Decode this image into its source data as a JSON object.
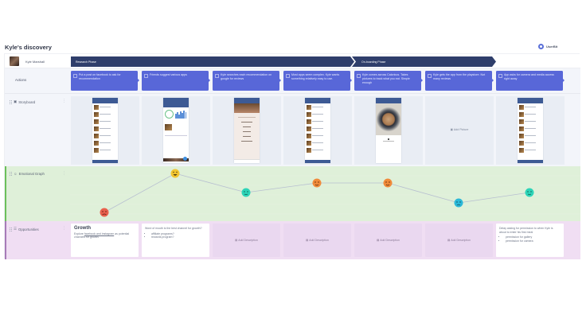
{
  "page": {
    "title": "Kyle's discovery",
    "brand": "UserBit"
  },
  "persona": {
    "name": "Kyle Marshall"
  },
  "phases": [
    {
      "label": "Research Phase"
    },
    {
      "label": "On-boarding Phase"
    }
  ],
  "rows": {
    "actions": {
      "label": "Actions"
    },
    "storyboard": {
      "label": "Storyboard",
      "icon": "image-icon"
    },
    "emotional": {
      "label": "Emotional Graph",
      "icon": "smiley-icon"
    },
    "opportunities": {
      "label": "Opportunities",
      "icon": "list-icon"
    }
  },
  "actions": [
    {
      "text": "Put a post on facebook to ask for recommendation"
    },
    {
      "text": "Friends suggest various apps"
    },
    {
      "text": "Kyle searches each recommendation on google for reviews"
    },
    {
      "text": "Most apps seem complex. Kyle wants something relatively easy to use."
    },
    {
      "text": "Kyle comes across Caloricus. Takes pictures to track what you eat. Simple enough"
    },
    {
      "text": "Kyle gets the app from the playstore. Not many reviews"
    },
    {
      "text": "App asks for camera and media access right away"
    }
  ],
  "storyboard": [
    {
      "type": "list-screen"
    },
    {
      "type": "dashboard-screen"
    },
    {
      "type": "dialog-screen"
    },
    {
      "type": "list-screen"
    },
    {
      "type": "photo-screen"
    },
    {
      "type": "empty",
      "add_label": "Add Picture"
    },
    {
      "type": "list-screen"
    }
  ],
  "emotions": [
    {
      "mood": "sad",
      "level": 1,
      "color": "#e8604c"
    },
    {
      "mood": "very-happy",
      "level": 5,
      "color": "#f2c530"
    },
    {
      "mood": "neutral",
      "level": 3,
      "color": "#2dd4b8"
    },
    {
      "mood": "happy",
      "level": 4,
      "color": "#f08a3a"
    },
    {
      "mood": "happy",
      "level": 4,
      "color": "#f08a3a"
    },
    {
      "mood": "unhappy",
      "level": 2,
      "color": "#2bb8d8"
    },
    {
      "mood": "neutral",
      "level": 3,
      "color": "#2dd4b8"
    }
  ],
  "opportunities": [
    {
      "title": "Growth",
      "text_pre": "Explore ",
      "text_link": "facebook and instagram",
      "text_post": " as potential channels for growth."
    },
    {
      "text": "Word of mouth is the best channel for growth?",
      "bullets": [
        "affiliate programs?",
        "rewards program?"
      ]
    },
    {
      "empty": true,
      "add_label": "Add Description"
    },
    {
      "empty": true,
      "add_label": "Add Description"
    },
    {
      "empty": true,
      "add_label": "Add Description"
    },
    {
      "empty": true,
      "add_label": "Add Description"
    },
    {
      "text": "Delay asking for permission to when Kyle is about to enter his first meal",
      "bullets": [
        "permission for gallery",
        "permission for camera"
      ]
    }
  ]
}
